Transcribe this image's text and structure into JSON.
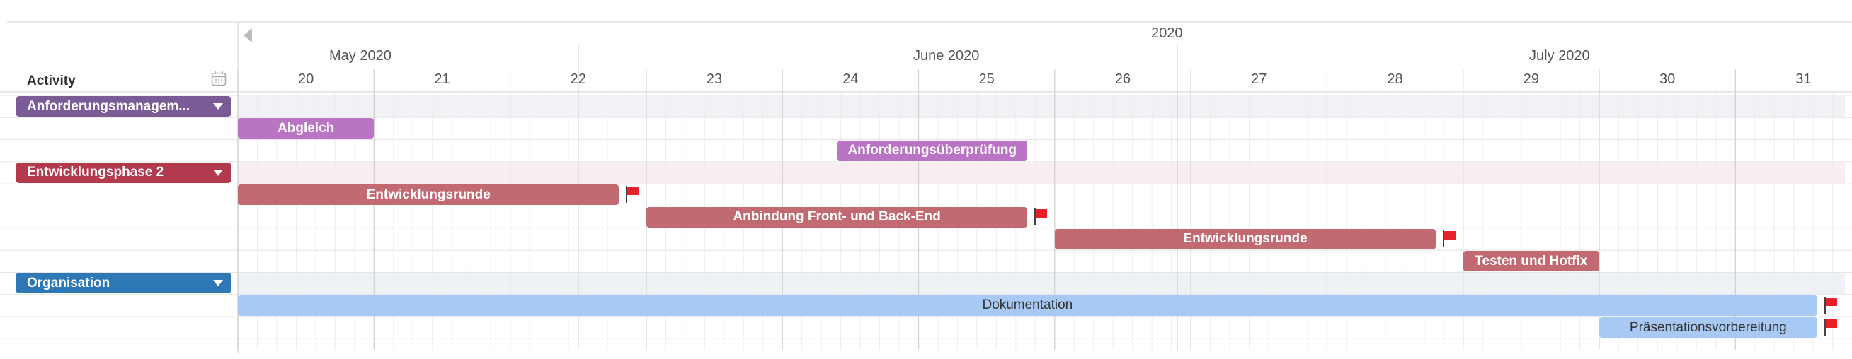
{
  "header": {
    "year": "2020",
    "months": [
      "May 2020",
      "June 2020",
      "July 2020"
    ],
    "weeks": [
      "20",
      "21",
      "22",
      "23",
      "24",
      "25",
      "26",
      "27",
      "28",
      "29",
      "30",
      "31"
    ],
    "activity_label": "Activity"
  },
  "groups": [
    {
      "label": "Anforderungsmanagem...",
      "color": "#7a5b96",
      "row": 0
    },
    {
      "label": "Entwicklungsphase 2",
      "color": "#b33a4e",
      "row": 3
    },
    {
      "label": "Organisation",
      "color": "#2f78b6",
      "row": 8
    }
  ],
  "tasks": [
    {
      "label": "Abgleich",
      "row": 1,
      "start_week": 20.0,
      "end_week": 21.0,
      "color": "#b975c3",
      "milestone": false
    },
    {
      "label": "Anforderungsüberprüfung",
      "row": 2,
      "start_week": 24.4,
      "end_week": 25.8,
      "color": "#b975c3",
      "milestone": false
    },
    {
      "label": "Entwicklungsrunde",
      "row": 4,
      "start_week": 20.0,
      "end_week": 22.8,
      "color": "#c16a72",
      "milestone": true
    },
    {
      "label": "Anbindung Front- und Back-End",
      "row": 5,
      "start_week": 23.0,
      "end_week": 25.8,
      "color": "#c16a72",
      "milestone": true
    },
    {
      "label": "Entwicklungsrunde",
      "row": 6,
      "start_week": 26.0,
      "end_week": 28.8,
      "color": "#c16a72",
      "milestone": true
    },
    {
      "label": "Testen und Hotfix",
      "row": 7,
      "start_week": 29.0,
      "end_week": 30.0,
      "color": "#c16a72",
      "milestone": false
    },
    {
      "label": "Dokumentation",
      "row": 9,
      "start_week": 20.0,
      "end_week": 31.6,
      "color": "#a8c9f3",
      "milestone": true,
      "dark_text": true
    },
    {
      "label": "Präsentationsvorbereitung",
      "row": 10,
      "start_week": 30.0,
      "end_week": 31.6,
      "color": "#a8c9f3",
      "milestone": true,
      "dark_text": true
    }
  ],
  "colors": {
    "grid_line": "#e3e3e3",
    "week_line": "#d0d0d0",
    "group_band_purple": "#f3f1f5",
    "group_band_red": "#f8eef0",
    "group_band_blue": "#eef2f6",
    "flag": "#e8202a"
  }
}
